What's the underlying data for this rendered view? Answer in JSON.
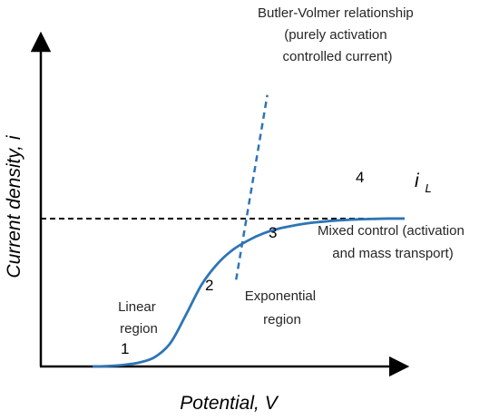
{
  "chart_data": {
    "type": "line",
    "title": "",
    "xlabel": "Potential, V",
    "ylabel": "Current density, i",
    "colors": {
      "curve": "#2e75b6",
      "butler_volmer": "#2e75b6",
      "limiting": "#000000",
      "axes": "#000000"
    },
    "series": [
      {
        "key": "main",
        "style": "solid",
        "x": [
          0.0,
          0.05,
          0.1,
          0.15,
          0.2,
          0.25,
          0.3,
          0.35,
          0.4,
          0.45,
          0.5,
          0.55,
          0.6,
          0.65,
          0.7,
          0.75,
          0.8,
          0.85,
          0.9,
          0.95,
          1.0
        ],
        "y": [
          0.0,
          0.003,
          0.01,
          0.025,
          0.06,
          0.15,
          0.33,
          0.52,
          0.65,
          0.74,
          0.8,
          0.845,
          0.875,
          0.895,
          0.91,
          0.92,
          0.927,
          0.932,
          0.935,
          0.937,
          0.937
        ]
      },
      {
        "key": "butler_volmer",
        "style": "dashed",
        "x": [
          0.46,
          0.56
        ],
        "y": [
          0.55,
          1.72
        ]
      }
    ],
    "limiting_current": {
      "y": 0.937,
      "label": "L"
    },
    "annotations": {
      "butler_volmer_label": [
        "Butler-Volmer relationship",
        "(purely activation",
        "controlled current)"
      ],
      "linear_region": [
        "Linear",
        "region"
      ],
      "exponential_region": [
        "Exponential",
        "region"
      ],
      "mixed_control": [
        "Mixed control (activation",
        "and mass transport)"
      ],
      "point_1": "1",
      "point_2": "2",
      "point_3": "3",
      "point_4": "4",
      "limiting_label_main": "i",
      "limiting_label_sub": "L"
    },
    "grid": false,
    "legend": "none"
  }
}
